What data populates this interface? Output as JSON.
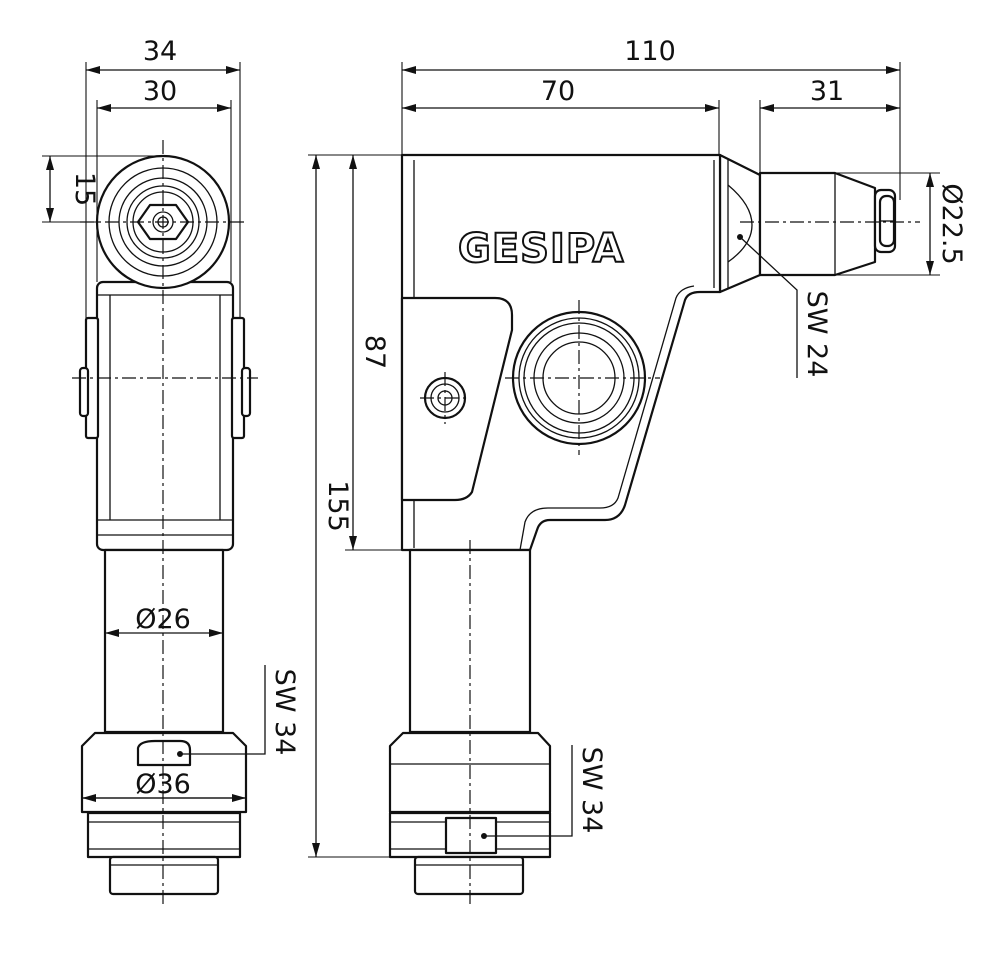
{
  "brand": "GESIPA",
  "dimensions": {
    "front_width_outer": "34",
    "front_width_inner": "30",
    "front_offset": "15",
    "tube_diameter": "Ø26",
    "collar_diameter": "Ø36",
    "front_wrench_size": "SW 34",
    "side_total_length": "110",
    "side_body_length": "70",
    "side_nose_length": "31",
    "nose_diameter": "Ø22.5",
    "nose_wrench_size": "SW 24",
    "side_body_height": "87",
    "side_total_height": "155",
    "side_wrench_size": "SW 34"
  }
}
